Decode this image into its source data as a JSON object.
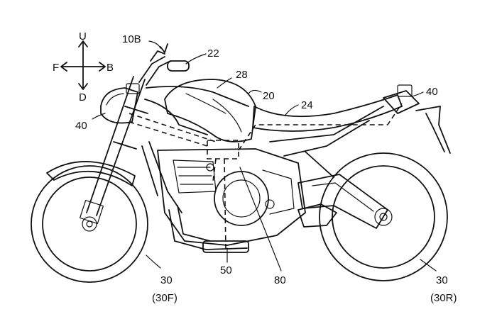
{
  "figure": {
    "labels": {
      "up": "U",
      "down": "D",
      "front": "F",
      "back": "B",
      "ref_10b": "10B",
      "ref_22": "22",
      "ref_28": "28",
      "ref_20": "20",
      "ref_24": "24",
      "ref_40_front": "40",
      "ref_40_rear": "40",
      "ref_50": "50",
      "ref_80": "80",
      "ref_30_front": "30",
      "ref_30f": "(30F)",
      "ref_30_rear": "30",
      "ref_30r": "(30R)"
    }
  }
}
